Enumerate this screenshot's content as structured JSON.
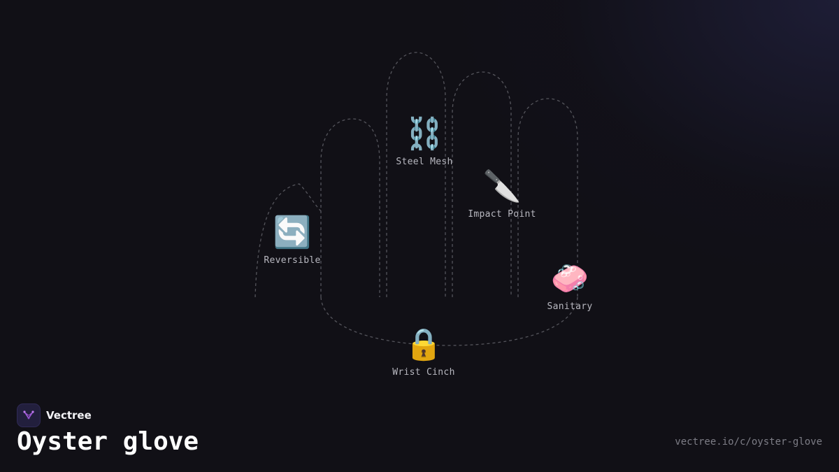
{
  "diagram": {
    "features": [
      {
        "name": "steel-mesh",
        "icon": "chain-link-icon",
        "emoji": "⛓️",
        "label": "Steel Mesh"
      },
      {
        "name": "impact-point",
        "icon": "kitchen-knife-icon",
        "emoji": "🔪",
        "label": "Impact Point"
      },
      {
        "name": "reversible",
        "icon": "counterclockwise-arrows-icon",
        "emoji": "🔄",
        "label": "Reversible"
      },
      {
        "name": "sanitary",
        "icon": "soap-icon",
        "emoji": "🧼",
        "label": "Sanitary"
      },
      {
        "name": "wrist-cinch",
        "icon": "padlock-icon",
        "emoji": "🔒",
        "label": "Wrist Cinch"
      }
    ]
  },
  "footer": {
    "brand_name": "Vectree",
    "title": "Oyster glove",
    "url": "vectree.io/c/oyster-glove"
  },
  "colors": {
    "background": "#111016",
    "outline": "#55555c",
    "label": "#b8b8c0",
    "title": "#ffffff",
    "url": "#7d7d86",
    "logo_bg": "#221f3d",
    "logo_mark": "#a05ad8"
  }
}
